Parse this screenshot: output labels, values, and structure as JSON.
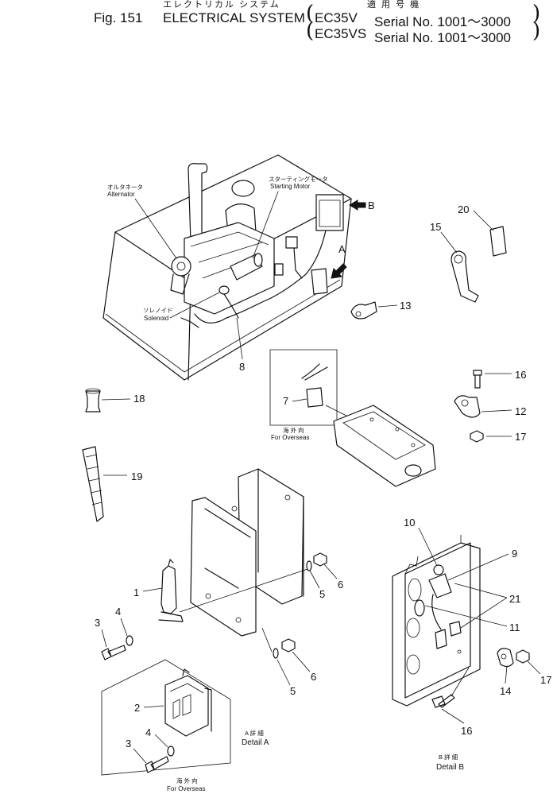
{
  "header": {
    "jp_title": "エレクトリカル システム",
    "jp_applicable": "適 用 号 機",
    "fig_label": "Fig. 151",
    "title": "ELECTRICAL SYSTEM",
    "row1_model": "EC35V",
    "row1_serial": "Serial No. 1001～3000",
    "row2_model": "EC35VS",
    "row2_serial": "Serial No. 1001～3000"
  },
  "labels": {
    "alternator_jp": "オルタネータ",
    "alternator_en": "Alternator",
    "starting_motor_jp": "スターティングモータ",
    "starting_motor_en": "Starting Motor",
    "solenoid_jp": "ソレノイド",
    "solenoid_en": "Solenoid",
    "overseas_jp": "海 外 向",
    "overseas_en": "For Overseas",
    "overseas2_jp": "海 外 向",
    "overseas2_en": "For Overseas",
    "detail_a_jp": "A 詳 細",
    "detail_a_en": "Detail A",
    "detail_b_jp": "B 詳 細",
    "detail_b_en": "Detail B",
    "arrow_a": "A",
    "arrow_b": "B"
  },
  "callouts": {
    "c1": "1",
    "c2": "2",
    "c3a": "3",
    "c3b": "3",
    "c4a": "4",
    "c4b": "4",
    "c5a": "5",
    "c5b": "5",
    "c6a": "6",
    "c6b": "6",
    "c7": "7",
    "c8": "8",
    "c9": "9",
    "c10": "10",
    "c11": "11",
    "c12": "12",
    "c13": "13",
    "c14": "14",
    "c15": "15",
    "c16a": "16",
    "c16b": "16",
    "c17a": "17",
    "c17b": "17",
    "c18": "18",
    "c19": "19",
    "c20": "20",
    "c21": "21"
  }
}
